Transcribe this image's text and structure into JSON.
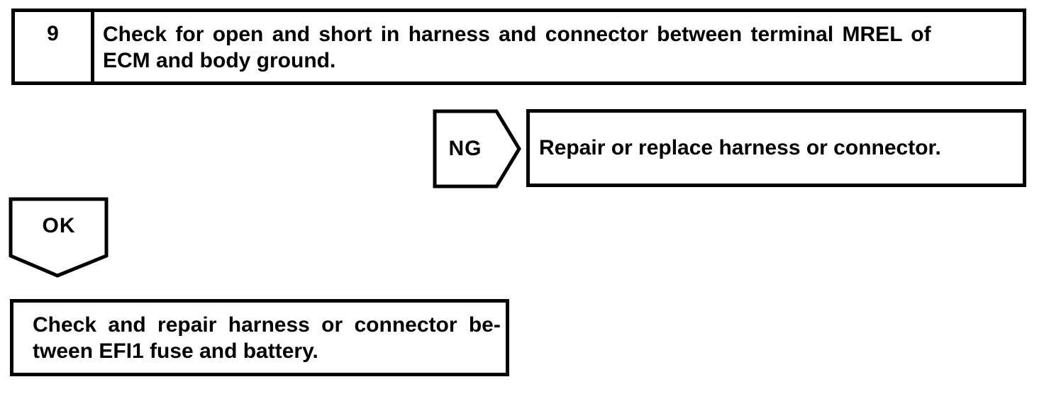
{
  "colors": {
    "ink": "#000000",
    "paper": "#ffffff"
  },
  "step": {
    "number": "9",
    "instruction_line1": "Check for open and short in harness and connector between terminal MREL of",
    "instruction_line2": "ECM and body ground."
  },
  "ng_branch": {
    "connector_label": "NG",
    "action": "Repair or replace harness or connector."
  },
  "ok_branch": {
    "connector_label": "OK",
    "action_line1": "Check and repair harness or connector be-",
    "action_line2": "tween EFI1 fuse and battery."
  }
}
